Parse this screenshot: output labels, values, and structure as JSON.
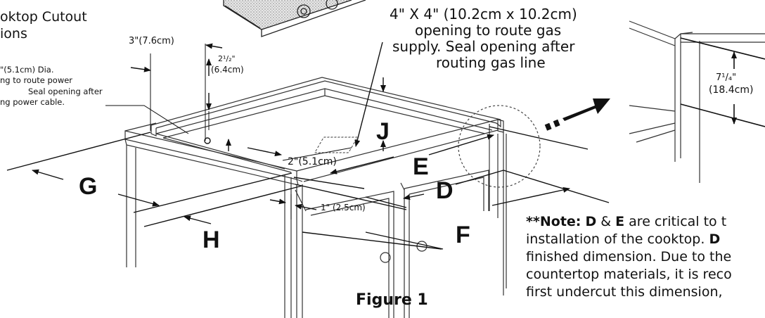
{
  "title": {
    "line1": "oktop Cutout",
    "line2": "ions"
  },
  "power_note": {
    "line1": "\"(5.1cm) Dia.",
    "line2": "ng to route power",
    "line3": "Seal opening after",
    "line4": "ng power cable."
  },
  "gas_note": {
    "line1": "4\" X 4\" (10.2cm x 10.2cm)",
    "line2": "opening to route gas",
    "line3": "supply. Seal opening after",
    "line4": "routing gas line"
  },
  "dimensions": {
    "d_3in": "3\"(7.6cm)",
    "d_2half_a": "2¹/₂\"",
    "d_2half_b": "(6.4cm)",
    "d_2in": "2\"(5.1cm)",
    "d_1in": "1\" (2.5cm)",
    "d_7q_a": "7¹/₄\"",
    "d_7q_b": "(18.4cm)"
  },
  "letters": {
    "J": "J",
    "E": "E",
    "D": "D",
    "F": "F",
    "G": "G",
    "H": "H"
  },
  "bottom_note": {
    "prefix": "**",
    "note_label": "Note:",
    "d": "D",
    "amp": " & ",
    "e": "E",
    "line1_rest": " are critical to t",
    "line2_a": "installation of the cooktop. ",
    "line2_d": "D",
    "line3": "finished dimension. Due to the",
    "line4": "countertop materials, it is reco",
    "line5": "first undercut this dimension,"
  },
  "caption": "Figure 1"
}
